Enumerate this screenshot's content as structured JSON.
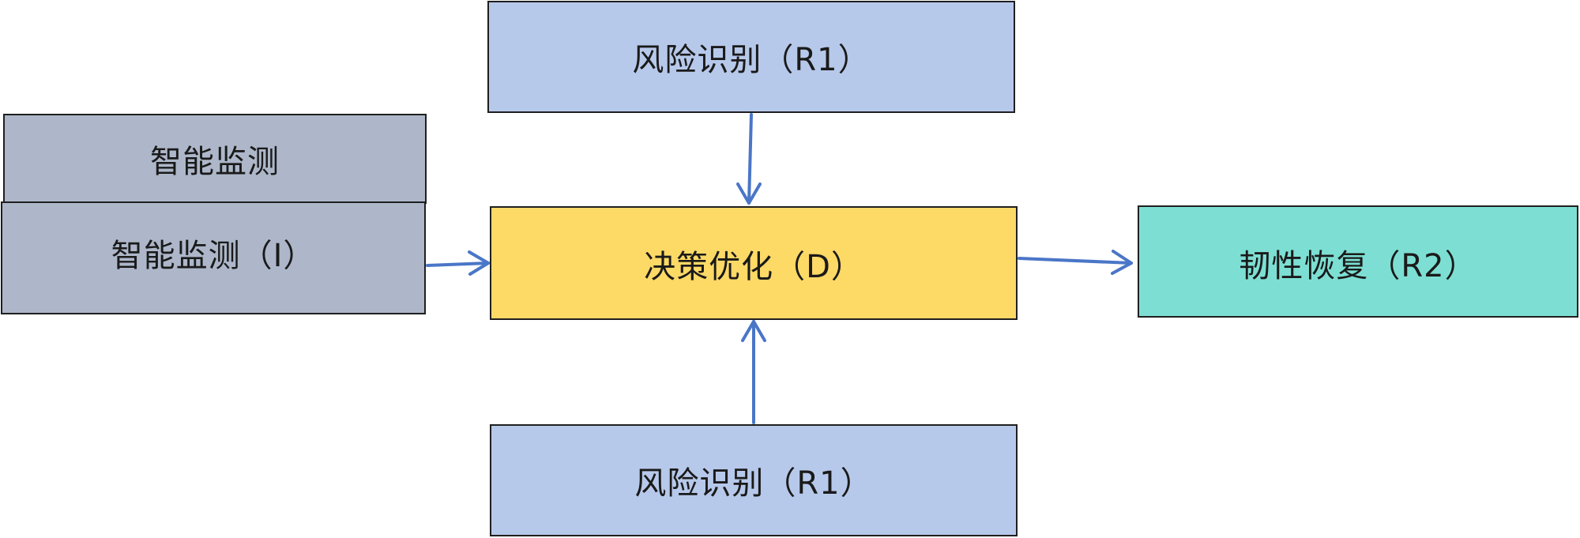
{
  "nodes": {
    "risk_top": {
      "label": "风险识别（R1）",
      "color": "#b7c9ea"
    },
    "monitor_back": {
      "label": "智能监测",
      "color": "#adb7c9"
    },
    "monitor_front": {
      "label": "智能监测（I）",
      "color": "#adb7c9"
    },
    "decision": {
      "label": "决策优化（D）",
      "color": "#fdd966"
    },
    "resilience": {
      "label": "韧性恢复（R2）",
      "color": "#7ddfd3"
    },
    "risk_bottom": {
      "label": "风险识别（R1）",
      "color": "#b7c9ea"
    }
  },
  "edges": [
    {
      "from": "risk_top",
      "to": "decision"
    },
    {
      "from": "monitor_front",
      "to": "decision"
    },
    {
      "from": "risk_bottom",
      "to": "decision"
    },
    {
      "from": "decision",
      "to": "resilience"
    }
  ],
  "arrow_color": "#4a76c7"
}
